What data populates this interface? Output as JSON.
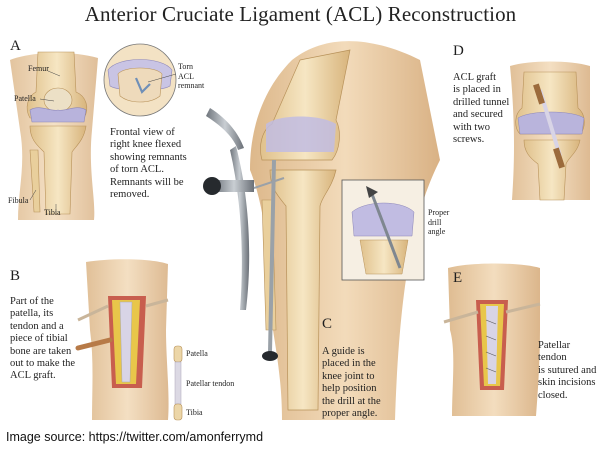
{
  "title": "Anterior Cruciate Ligament (ACL) Reconstruction",
  "panels": {
    "a": {
      "letter": "A",
      "labels": {
        "femur": "Femur",
        "patella": "Patella",
        "fibula": "Fibula",
        "tibia": "Tibia"
      },
      "inset_label": [
        "Torn",
        "ACL",
        "remnant"
      ],
      "caption": [
        "Frontal view of",
        "right knee flexed",
        "showing remnants",
        "of torn ACL.",
        "Remnants will be",
        "removed."
      ]
    },
    "b": {
      "letter": "B",
      "caption": [
        "Part of the",
        "patella, its",
        "tendon and a",
        "piece of tibial",
        "bone are taken",
        "out to make the",
        "ACL graft."
      ],
      "graft_labels": {
        "patella": "Patella",
        "tendon": "Patellar tendon",
        "tibia": "Tibia"
      }
    },
    "c": {
      "letter": "C",
      "caption": [
        "A guide is",
        "placed in the",
        "knee joint to",
        "help position",
        "the drill at the",
        "proper angle."
      ],
      "inset_label": [
        "Proper",
        "drill",
        "angle"
      ]
    },
    "d": {
      "letter": "D",
      "caption": [
        "ACL graft",
        "is placed in",
        "drilled tunnel",
        "and secured",
        "with two",
        "screws."
      ]
    },
    "e": {
      "letter": "E",
      "caption": [
        "Patellar tendon",
        "is sutured and",
        "skin incisions",
        "closed."
      ]
    }
  },
  "footer": {
    "source": "Image source: https://twitter.com/amonferrymd"
  },
  "colors": {
    "skin": "#e6c59a",
    "bone": "#ecd6a8",
    "cartilage": "#b9b4dc",
    "tendon": "#c9c6d2",
    "fat": "#e8c64a",
    "tissue": "#c4584a",
    "metal": "#9aa1a8"
  }
}
